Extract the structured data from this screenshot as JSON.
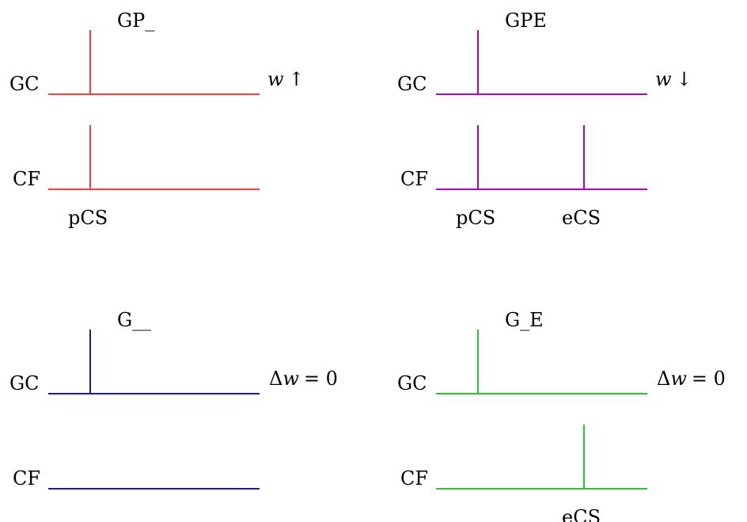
{
  "colors": {
    "text": "#000000",
    "background": "#ffffff"
  },
  "panels": [
    {
      "id": "gp",
      "title_main": "GP",
      "title_blanks": 1,
      "title_end": "",
      "color": "#ff3b3b",
      "gc_label": "GC",
      "cf_label": "CF",
      "weight_var": "w",
      "weight_sym": "↑",
      "weight_prefix": "",
      "gc_has_spike": true,
      "cf_spikes": [
        "pcs"
      ],
      "event_labels": {
        "pcs": "pCS"
      }
    },
    {
      "id": "gpe",
      "title_main": "GPE",
      "title_blanks": 0,
      "title_end": "",
      "color": "#b300c8",
      "gc_label": "GC",
      "cf_label": "CF",
      "weight_var": "w",
      "weight_sym": "↓",
      "weight_prefix": "",
      "gc_has_spike": true,
      "cf_spikes": [
        "pcs",
        "ecs"
      ],
      "event_labels": {
        "pcs": "pCS",
        "ecs": "eCS"
      }
    },
    {
      "id": "g",
      "title_main": "G",
      "title_blanks": 2,
      "title_end": "",
      "color": "#1a1aa8",
      "gc_label": "GC",
      "cf_label": "CF",
      "weight_var": "w",
      "weight_sym": "= 0",
      "weight_prefix": "Δ",
      "gc_has_spike": true,
      "cf_spikes": [],
      "event_labels": {}
    },
    {
      "id": "ge",
      "title_main": "G",
      "title_blanks": 1,
      "title_end": "E",
      "color": "#22cc22",
      "gc_label": "GC",
      "cf_label": "CF",
      "weight_var": "w",
      "weight_sym": "= 0",
      "weight_prefix": "Δ",
      "gc_has_spike": true,
      "cf_spikes": [
        "ecs"
      ],
      "event_labels": {
        "ecs": "eCS"
      }
    }
  ]
}
